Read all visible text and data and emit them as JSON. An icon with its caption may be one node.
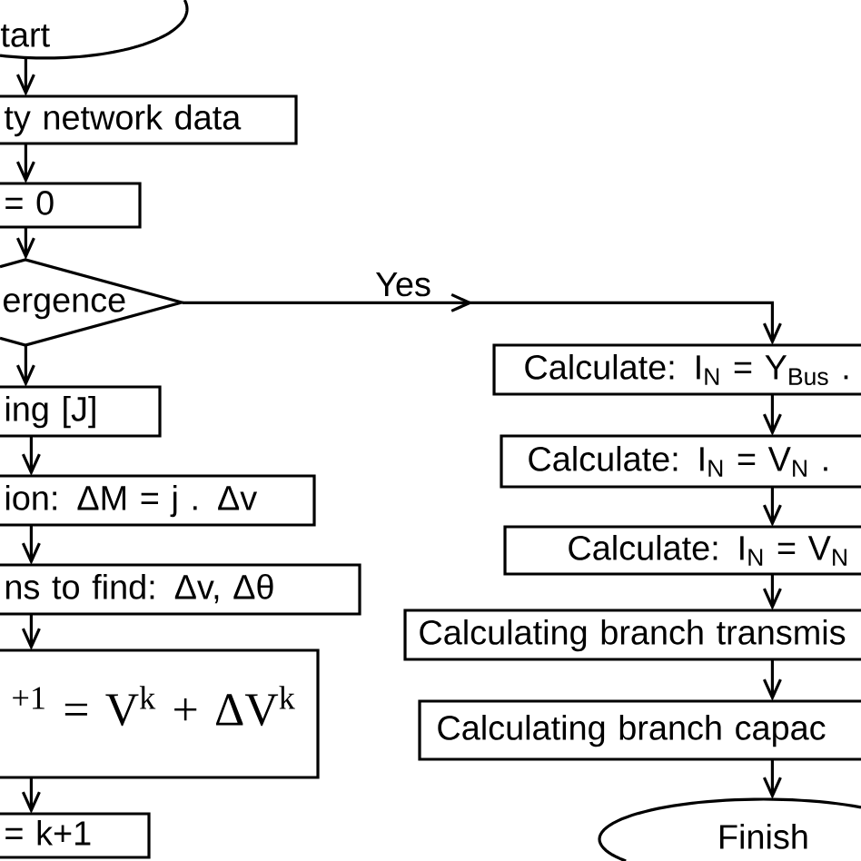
{
  "diagram": {
    "nodes": [
      {
        "text": [
          "tart"
        ]
      },
      {
        "text": [
          "ty network data"
        ]
      },
      {
        "text": [
          "= 0"
        ]
      },
      {
        "text": [
          "ergence"
        ]
      },
      {
        "text": [
          "ing [J]"
        ]
      },
      {
        "text": [
          "ion: ΔM = j . Δv"
        ]
      },
      {
        "text": [
          "ns to find: Δv, Δθ"
        ]
      },
      {
        "text": [
          "$^{+1}$ = V$^{k}$ + ΔV$^{k}$"
        ]
      },
      {
        "text": [
          "= k+1"
        ]
      },
      {
        "text": [
          "Calculate: I$_{N}$ = Y$_{Bus}$ ."
        ]
      },
      {
        "text": [
          "Calculate: I$_{N}$ = V$_{N}$ ."
        ]
      },
      {
        "text": [
          "Calculate: I$_{N}$ = V$_{N}$"
        ]
      },
      {
        "text": [
          "Calculating branch transmis"
        ]
      },
      {
        "text": [
          "Calculating branch capac"
        ]
      },
      {
        "text": [
          "Finish"
        ]
      }
    ],
    "edges": [
      {
        "from": 0,
        "to": 1,
        "arrow": "to"
      },
      {
        "from": 1,
        "to": 2,
        "arrow": "to"
      },
      {
        "from": 2,
        "to": 3,
        "arrow": "to"
      },
      {
        "from": 3,
        "to": 4,
        "arrow": "to"
      },
      {
        "from": 4,
        "to": 5,
        "arrow": "to"
      },
      {
        "from": 5,
        "to": 6,
        "arrow": "to"
      },
      {
        "from": 6,
        "to": 7,
        "arrow": "to"
      },
      {
        "from": 7,
        "to": 8,
        "arrow": "to"
      },
      {
        "from": 3,
        "to": 9,
        "arrow": "to",
        "label": "Yes"
      },
      {
        "from": 9,
        "to": 10,
        "arrow": "to"
      },
      {
        "from": 10,
        "to": 11,
        "arrow": "to"
      },
      {
        "from": 11,
        "to": 12,
        "arrow": "to"
      },
      {
        "from": 12,
        "to": 13,
        "arrow": "to"
      },
      {
        "from": 13,
        "to": 14,
        "arrow": "to"
      }
    ]
  }
}
